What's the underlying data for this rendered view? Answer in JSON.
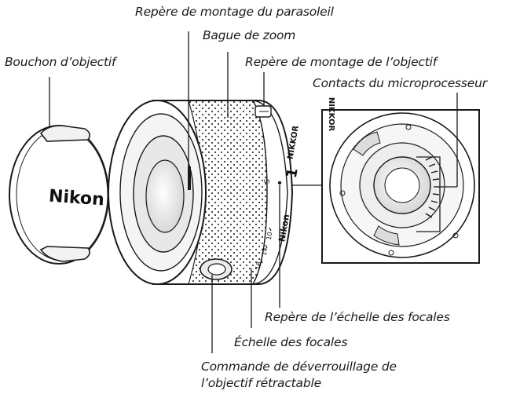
{
  "labels": {
    "hood_mount": "Repère de montage du parasoleil",
    "zoom_ring": "Bague de zoom",
    "lens_cap": "Bouchon d’objectif",
    "lens_mount": "Repère de montage de l’objectif",
    "cpu_contacts": "Contacts du microprocesseur",
    "focal_mark": "Repère de l’échelle des focales",
    "focal_scale": "Échelle des focales",
    "retract_button_line1": "Commande de déverrouillage de",
    "retract_button_line2": "l’objectif rétractable"
  },
  "branding": {
    "cap_logo": "Nikon",
    "barrel_logo": "Nikon",
    "nikkor_1": "1",
    "nikkor_text": "NIKKOR",
    "rear_text": "NIKKOR"
  },
  "scale": {
    "s": "S",
    "v10": "10",
    "v14": "14",
    "v18": "18"
  },
  "colors": {
    "line": "#1a1a1a",
    "body": "#ffffff",
    "shade": "#e6e6e6"
  }
}
